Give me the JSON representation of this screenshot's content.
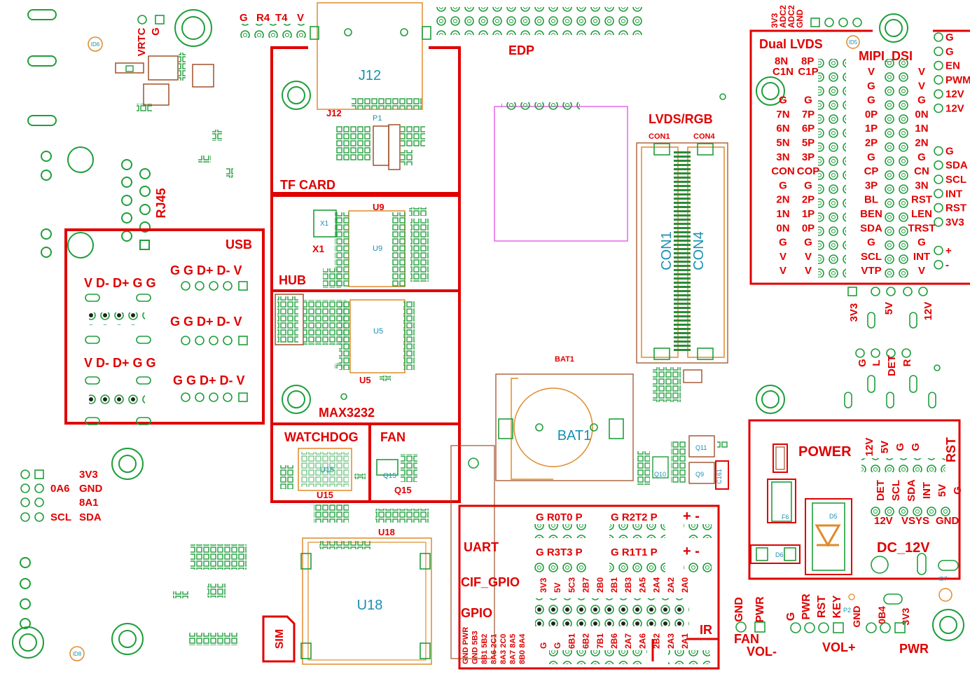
{
  "sections": {
    "tf_card": "TF CARD",
    "hub": "HUB",
    "max3232": "MAX3232",
    "watchdog": "WATCHDOG",
    "fan": "FAN",
    "usb": "USB",
    "power": "POWER",
    "dc_12v": "DC_12V",
    "dual_lvds": "Dual LVDS",
    "mipi_dsi": "MIPI_DSI",
    "lvds_rgb": "LVDS/RGB",
    "edp": "EDP",
    "rj45": "RJ45",
    "uart": "UART",
    "cif_gpio": "CIF_GPIO",
    "gpio": "GPIO",
    "ir": "IR",
    "sim": "SIM"
  },
  "components": {
    "j12": "J12",
    "j12_small": "J12",
    "p1": "P1",
    "u9": "U9",
    "u9_top": "U9",
    "x1": "X1",
    "x1_small": "X1",
    "u5": "U5",
    "u5_bottom": "U5",
    "u15": "U15",
    "u15_bottom": "U15",
    "q15": "Q15",
    "q15_bottom": "Q15",
    "u18": "U18",
    "u18_top": "U18",
    "bat1": "BAT1",
    "bat1_top": "BAT1",
    "con1": "CON1",
    "con4": "CON4",
    "con1_top": "CON1",
    "con4_top": "CON4",
    "d5": "D5",
    "d6": "D6",
    "f6": "F6",
    "q10": "Q10",
    "q11": "Q11",
    "q9": "Q9",
    "c161": "C161",
    "p2": "P2"
  },
  "top_header": {
    "pins": [
      "G",
      "R4",
      "T4",
      "V"
    ]
  },
  "rtc_header": {
    "vrtc": "VRTC",
    "g": "G"
  },
  "i2c_header": {
    "row1": [
      "3V3"
    ],
    "row2": [
      "0A6",
      "GND"
    ],
    "row3": [
      "8A1"
    ],
    "row4": [
      "SCL",
      "SDA"
    ]
  },
  "usb": {
    "port1": "G G D+ D- V",
    "port2": "V D- D+ G G",
    "port3": "G G D+ D- V",
    "port4": "V D- D+ G G",
    "port5": "G G D+ D- V"
  },
  "adc_header": [
    "3V3",
    "ADC2",
    "ADC2",
    "GND"
  ],
  "dual_lvds": {
    "header": [
      "8N",
      "8P"
    ],
    "rows": [
      [
        "C1N",
        "C1P"
      ],
      [
        "",
        ""
      ],
      [
        "G",
        "G"
      ],
      [
        "7N",
        "7P"
      ],
      [
        "6N",
        "6P"
      ],
      [
        "5N",
        "5P"
      ],
      [
        "3N",
        "3P"
      ],
      [
        "CON",
        "COP"
      ],
      [
        "G",
        "G"
      ],
      [
        "2N",
        "2P"
      ],
      [
        "1N",
        "1P"
      ],
      [
        "0N",
        "0P"
      ],
      [
        "G",
        "G"
      ],
      [
        "V",
        "V"
      ],
      [
        "V",
        "V"
      ]
    ]
  },
  "mipi_dsi": {
    "rows": [
      [
        "V",
        "V"
      ],
      [
        "G",
        "V"
      ],
      [
        "G",
        "G"
      ],
      [
        "0P",
        "0N"
      ],
      [
        "1P",
        "1N"
      ],
      [
        "2P",
        "2N"
      ],
      [
        "G",
        "G"
      ],
      [
        "CP",
        "CN"
      ],
      [
        "3P",
        "3N"
      ],
      [
        "BL",
        "RST"
      ],
      [
        "BEN",
        "LEN"
      ],
      [
        "SDA",
        "TRST"
      ],
      [
        "G",
        "G"
      ],
      [
        "SCL",
        "INT"
      ],
      [
        "VTP",
        "V"
      ]
    ],
    "side": [
      "G",
      "G",
      "EN",
      "PWM",
      "12V",
      "12V",
      "",
      "",
      "G",
      "SDA",
      "SCL",
      "INT",
      "RST",
      "3V3",
      "",
      "+",
      "-"
    ]
  },
  "power_header": {
    "vertical_top": [
      "12V",
      "5V",
      "G",
      "G"
    ],
    "rst": "RST",
    "vertical_mid": [
      "DET",
      "SCL",
      "SDA",
      "INT",
      "5V",
      "G"
    ],
    "bottom": [
      "12V",
      "VSYS",
      "GND"
    ]
  },
  "led_header": {
    "vertical": [
      "3V3",
      "5V",
      "12V"
    ],
    "row": [
      "G",
      "L",
      "DET",
      "R"
    ]
  },
  "uart": {
    "r0t0": "G R0T0 P",
    "r2t2": "G R2T2 P",
    "r3t3": "G R3T3 P",
    "r1t1": "G R1T1 P",
    "plus1": "+ -",
    "plus2": "+ -"
  },
  "cif": {
    "top": [
      "3V3",
      "5V",
      "5C3",
      "2B7",
      "2B0",
      "2B1",
      "2B3",
      "2A5",
      "2A4",
      "2A2",
      "2A0"
    ],
    "bottom": [
      "G",
      "G",
      "6B1",
      "6B2",
      "7B1",
      "2B6",
      "2A7",
      "2A6",
      "2B2",
      "2A3",
      "2A1"
    ],
    "gpio_left": [
      "GND PWR",
      "GND 5B3",
      "8B1 5B2",
      "8A6 2C1",
      "8A3 2C0",
      "8A7 8A5",
      "8B0 8A4"
    ]
  },
  "bottom_buttons": {
    "fan": "FAN",
    "fan_pins": [
      "GND",
      "PWR"
    ],
    "vol_minus": "VOL-",
    "vol_plus": "VOL+",
    "pwr": "PWR",
    "keys": [
      "G",
      "PWR",
      "RST",
      "KEY"
    ],
    "gnd": "GND",
    "ob4": "0B4",
    "v33": "3V3"
  },
  "mounting": {
    "id6": "ID6",
    "id5": "ID5",
    "id7": "ID7",
    "id8": "ID8"
  },
  "colors": {
    "silkscreen_red": "#e00000",
    "pad_green": "#1e9e3a",
    "component_teal": "#1890b0",
    "outline_orange": "#e08a2a",
    "magenta": "#e040e0",
    "brown": "#a0502a"
  }
}
